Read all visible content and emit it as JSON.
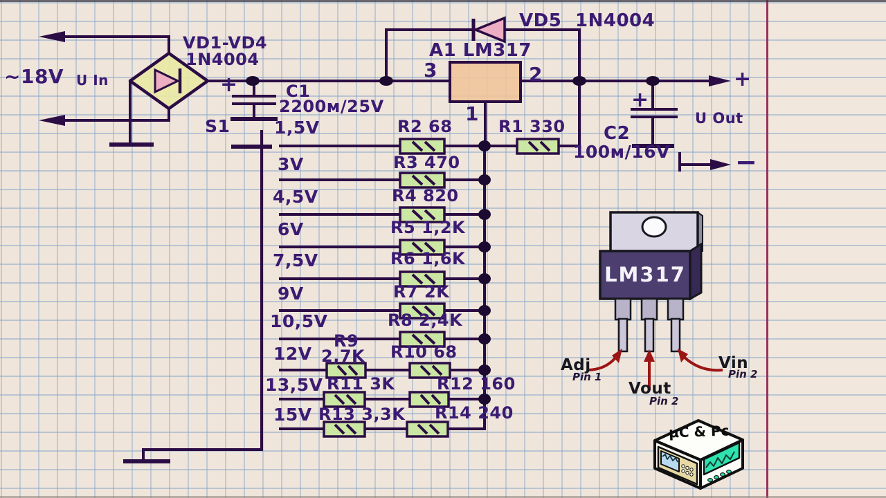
{
  "title": "LM317 adjustable power supply schematic on graph paper",
  "colors": {
    "paper": "#efe5da",
    "grid_line": "#7da2c8",
    "margin_line": "#99305e",
    "wire": "#2b0c44",
    "label_text": "#3b1a72",
    "resistor_fill": "#c9e79e",
    "regulator_fill": "#efc49a",
    "bridge_fill": "#e9e9a3",
    "diode_fill": "#edadc2",
    "package_body": "#4d3e70",
    "red_arrow": "#9c1414",
    "logo_screen": "#2fe3ae"
  },
  "schematic": {
    "input": {
      "voltage": "~18V",
      "label": "U In"
    },
    "bridge": {
      "ref": "VD1-VD4",
      "part": "1N4004"
    },
    "c1": {
      "ref": "C1",
      "value": "2200м/25V",
      "polarity": "+"
    },
    "vd5": {
      "ref": "VD5",
      "part": "1N4004"
    },
    "regulator": {
      "ref": "A1 LM317",
      "pin_in": "3",
      "pin_out": "2",
      "pin_adj": "1"
    },
    "r1": {
      "label": "R1 330"
    },
    "s1": {
      "label": "S1"
    },
    "c2": {
      "ref": "C2",
      "value": "100м/16V",
      "polarity": "+"
    },
    "output": {
      "label": "U Out",
      "plus": "+",
      "minus": "−"
    },
    "taps": [
      {
        "voltage": "1,5V",
        "resistor": "R2 68"
      },
      {
        "voltage": "3V",
        "resistor": "R3 470"
      },
      {
        "voltage": "4,5V",
        "resistor": "R4 820"
      },
      {
        "voltage": "6V",
        "resistor": "R5 1,2K"
      },
      {
        "voltage": "7,5V",
        "resistor": "R6 1,6K"
      },
      {
        "voltage": "9V",
        "resistor": "R7 2K"
      },
      {
        "voltage": "10,5V",
        "resistor": "R8 2,4K"
      },
      {
        "voltage": "12V",
        "resistor": "R9",
        "resistor_value": "2,7K",
        "resistor2": "R10 68"
      },
      {
        "voltage": "13,5V",
        "resistor": "R11 3K",
        "resistor2": "R12 160"
      },
      {
        "voltage": "15V",
        "resistor": "R13 3,3K",
        "resistor2": "R14 240"
      }
    ],
    "package": {
      "chip": "LM317",
      "pin_adj": {
        "name": "Adj",
        "pin": "Pin 1"
      },
      "pin_vout": {
        "name": "Vout",
        "pin": "Pin 2"
      },
      "pin_vin": {
        "name": "Vin",
        "pin": "Pin 2"
      }
    },
    "logo": {
      "text": "µC & Pc"
    }
  }
}
